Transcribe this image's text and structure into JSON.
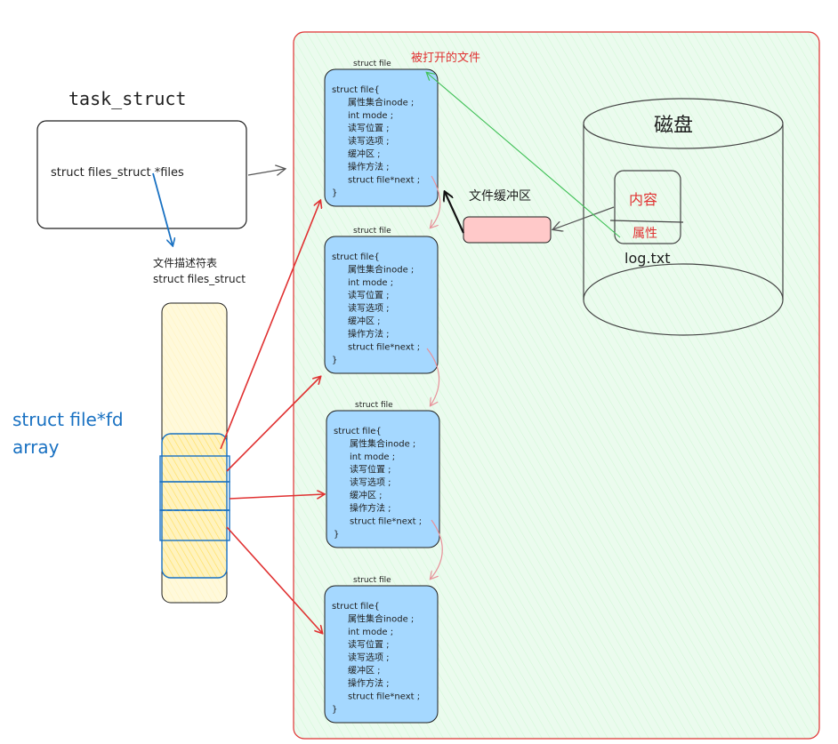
{
  "task_struct": {
    "title": "task_struct",
    "field": "struct files_struct *files"
  },
  "fd_table": {
    "label_line1": "文件描述符表",
    "label_line2": "struct files_struct"
  },
  "fd_array": {
    "label_line1": "struct file*fd",
    "label_line2": "array"
  },
  "opened_files": {
    "title": "被打开的文件",
    "structs": [
      {
        "caption": "struct file",
        "lines": [
          "struct file{",
          "属性集合inode ;",
          "int mode ;",
          "读写位置 ;",
          "读写选项 ;",
          "缓冲区 ;",
          "操作方法 ;",
          "struct file*next ;",
          "}"
        ]
      },
      {
        "caption": "struct file",
        "lines": [
          "struct file{",
          "属性集合inode ;",
          "int mode ;",
          "读写位置 ;",
          "读写选项 ;",
          "缓冲区 ;",
          "操作方法 ;",
          "struct file*next ;",
          "}"
        ]
      },
      {
        "caption": "struct file",
        "lines": [
          "struct file{",
          "属性集合inode ;",
          "int mode ;",
          "读写位置 ;",
          "读写选项 ;",
          "缓冲区 ;",
          "操作方法 ;",
          "struct file*next ;",
          "}"
        ]
      },
      {
        "caption": "struct file",
        "lines": [
          "struct file{",
          "属性集合inode ;",
          "int mode ;",
          "读写位置 ;",
          "读写选项 ;",
          "缓冲区 ;",
          "操作方法 ;",
          "struct file*next ;",
          "}"
        ]
      }
    ]
  },
  "buffer": {
    "label": "文件缓冲区"
  },
  "disk": {
    "label": "磁盘",
    "file_content": "内容",
    "file_attr": "属性",
    "file_name": "log.txt"
  },
  "colors": {
    "region_fill": "#ebfbee",
    "region_stroke": "#e03131",
    "struct_fill": "#a5d8ff",
    "fd_fill": "#fff9db",
    "fd_slot_fill": "#ffec99",
    "fd_stroke": "#1971c2",
    "arrow_red": "#e03131",
    "arrow_green": "#40c057",
    "buffer_fill": "#ffc9c9",
    "blue_text": "#1971c2",
    "red_text": "#e03131"
  }
}
